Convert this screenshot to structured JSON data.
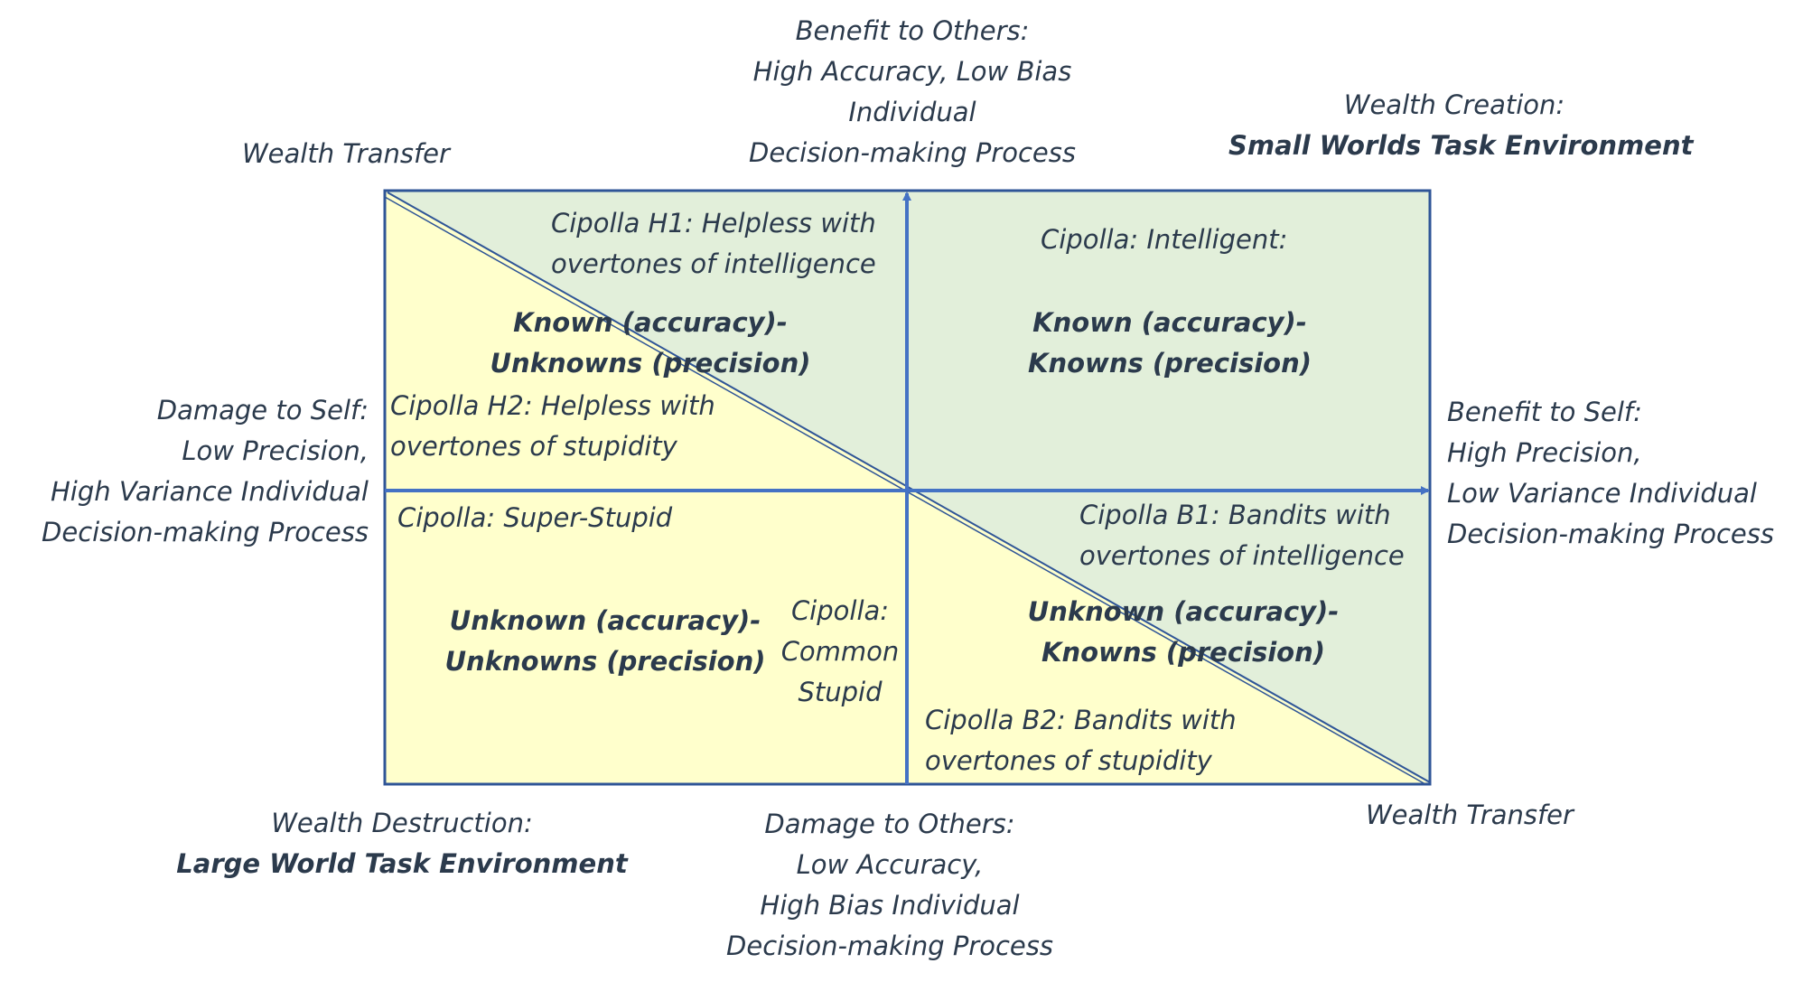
{
  "colors": {
    "green_fill": "#e2efda",
    "yellow_fill": "#ffffcc",
    "axis_blue": "#4472c4",
    "border_blue": "#2f5597",
    "text": "#2b3a4c"
  },
  "top_axis": {
    "line1": "Benefit to Others:",
    "line2": "High Accuracy, Low Bias",
    "line3": "Individual",
    "line4": "Decision-making Process"
  },
  "bottom_axis": {
    "line1": "Damage to Others:",
    "line2": "Low Accuracy,",
    "line3": "High Bias Individual",
    "line4": "Decision-making Process"
  },
  "left_axis": {
    "line1": "Damage to Self:",
    "line2": "Low Precision,",
    "line3": "High Variance Individual",
    "line4": "Decision-making Process"
  },
  "right_axis": {
    "line1": "Benefit to Self:",
    "line2": "High Precision,",
    "line3": "Low Variance Individual",
    "line4": "Decision-making Process"
  },
  "corners": {
    "top_left": "Wealth Transfer",
    "top_right_line1": "Wealth Creation:",
    "top_right_line2": "Small Worlds Task Environment",
    "bottom_left_line1": "Wealth Destruction:",
    "bottom_left_line2": "Large World Task Environment",
    "bottom_right": "Wealth Transfer"
  },
  "quadrants": {
    "h1_line1": "Cipolla H1: Helpless with",
    "h1_line2": "overtones of intelligence",
    "kac_up_line1": "Known (accuracy)-",
    "kac_up_line2": "Unknowns (precision)",
    "h2_line1": "Cipolla H2: Helpless with",
    "h2_line2": "overtones of stupidity",
    "intelligent": "Cipolla: Intelligent:",
    "kk_line1": "Known (accuracy)-",
    "kk_line2": "Knowns (precision)",
    "super_stupid": "Cipolla: Super-Stupid",
    "uu_line1": "Unknown (accuracy)-",
    "uu_line2": "Unknowns (precision)",
    "common_line1": "Cipolla:",
    "common_line2": "Common",
    "common_line3": "Stupid",
    "b1_line1": "Cipolla B1: Bandits with",
    "b1_line2": "overtones of intelligence",
    "uk_line1": "Unknown (accuracy)-",
    "uk_line2": "Knowns (precision)",
    "b2_line1": "Cipolla B2: Bandits with",
    "b2_line2": "overtones of stupidity"
  }
}
